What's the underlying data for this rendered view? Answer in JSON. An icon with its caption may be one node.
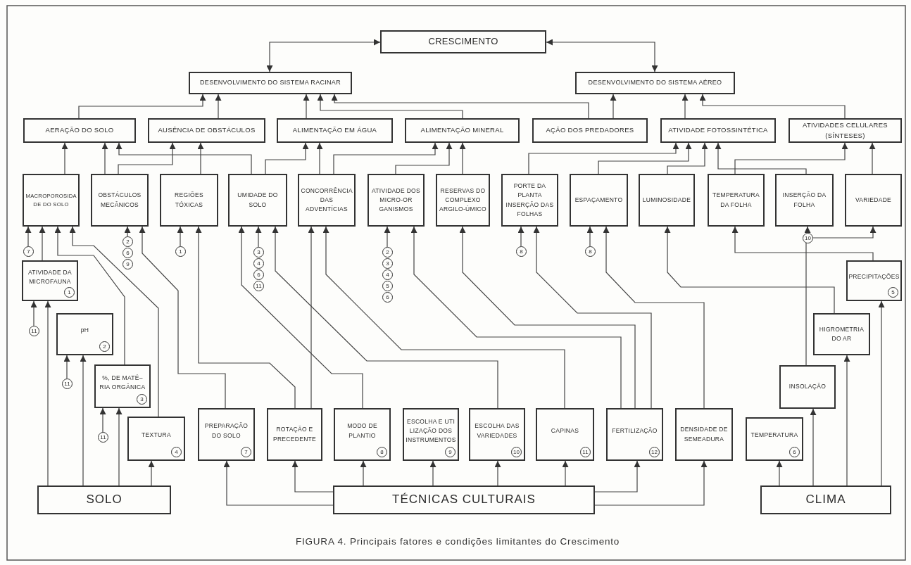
{
  "diagram": {
    "caption": "FIGURA 4. Principais fatores e condições limitantes do Crescimento",
    "nodes": [
      {
        "text": [
          "CRESCIMENTO"
        ]
      },
      {
        "text": [
          "DESENVOLVIMENTO DO SISTEMA RACINAR"
        ]
      },
      {
        "text": [
          "DESENVOLVIMENTO DO SISTEMA AÉREO"
        ]
      },
      {
        "text": [
          "AERAÇÃO DO SOLO"
        ]
      },
      {
        "text": [
          "AUSÊNCIA DE OBSTÁCULOS"
        ]
      },
      {
        "text": [
          "ALIMENTAÇÃO EM ÁGUA"
        ]
      },
      {
        "text": [
          "ALIMENTAÇÃO MINERAL"
        ]
      },
      {
        "text": [
          "AÇÃO DOS PREDADORES"
        ]
      },
      {
        "text": [
          "ATIVIDADE FOTOSSINTÉTICA"
        ]
      },
      {
        "text": [
          "ATIVIDADES CELULARES (SÍNTESES)"
        ]
      },
      {
        "text": [
          "MACROPOROSIDA DE DO SOLO"
        ]
      },
      {
        "text": [
          "OBSTÁCULOS MECÂNICOS"
        ]
      },
      {
        "text": [
          "REGIÕES TÓXICAS"
        ]
      },
      {
        "text": [
          "UMIDADE DO SOLO"
        ]
      },
      {
        "text": [
          "CONCORRÊNCIA DAS ADVENTÍCIAS"
        ]
      },
      {
        "text": [
          "ATIVIDADE DOS MICRO-OR GANISMOS"
        ]
      },
      {
        "text": [
          "RESERVAS DO COMPLEXO ARGILO-ÚMICO"
        ]
      },
      {
        "text": [
          "PORTE DA PLANTA INSERÇÃO DAS FOLHAS"
        ]
      },
      {
        "text": [
          "ESPAÇAMENTO"
        ]
      },
      {
        "text": [
          "LUMINOSIDADE"
        ]
      },
      {
        "text": [
          "TEMPERATURA DA FOLHA"
        ]
      },
      {
        "text": [
          "INSERÇÃO DA FOLHA"
        ]
      },
      {
        "text": [
          "VARIEDADE"
        ]
      },
      {
        "text": [
          "ATIVIDADE DA MICROFAUNA",
          "1"
        ]
      },
      {
        "text": [
          "pH",
          "2"
        ]
      },
      {
        "text": [
          "%, DE MATÉ– RIA ORGÂNICA",
          "3"
        ]
      },
      {
        "text": [
          "TEXTURA",
          "4"
        ]
      },
      {
        "text": [
          "PREPARAÇÃO DO SOLO",
          "7"
        ]
      },
      {
        "text": [
          "ROTAÇÃO E PRECEDENTE"
        ]
      },
      {
        "text": [
          "MODO DE PLANTIO",
          "8"
        ]
      },
      {
        "text": [
          "ESCOLHA E UTI LIZAÇÃO DOS INSTRUMENTOS",
          "9"
        ]
      },
      {
        "text": [
          "ESCOLHA DAS VARIEDADES",
          "10"
        ]
      },
      {
        "text": [
          "CAPINAS",
          "11"
        ]
      },
      {
        "text": [
          "FERTILIZAÇÃO",
          "12"
        ]
      },
      {
        "text": [
          "DENSIDADE DE SEMEADURA"
        ]
      },
      {
        "text": [
          "PRECIPITAÇÕES",
          "5"
        ]
      },
      {
        "text": [
          "HIGROMETRIA DO AR"
        ]
      },
      {
        "text": [
          "INSOLAÇÃO"
        ]
      },
      {
        "text": [
          "TEMPERATURA",
          "6"
        ]
      },
      {
        "text": [
          "SOLO"
        ]
      },
      {
        "text": [
          "TÉCNICAS CULTURAIS"
        ]
      },
      {
        "text": [
          "CLIMA"
        ]
      },
      {
        "text": [
          "7"
        ]
      },
      {
        "text": [
          "2",
          "6",
          "9"
        ]
      },
      {
        "text": [
          "1"
        ]
      },
      {
        "text": [
          "3",
          "4",
          "6",
          "11"
        ]
      },
      {
        "text": [
          "2",
          "3",
          "4",
          "5",
          "6"
        ]
      },
      {
        "text": [
          "8"
        ]
      },
      {
        "text": [
          "8"
        ]
      },
      {
        "text": [
          "10"
        ]
      },
      {
        "text": [
          "11"
        ]
      },
      {
        "text": [
          "11"
        ]
      },
      {
        "text": [
          "11"
        ]
      }
    ],
    "edges": [
      {
        "from": 0,
        "to": 1,
        "arrow": "both"
      },
      {
        "from": 0,
        "to": 2,
        "arrow": "both"
      },
      {
        "from": 3,
        "to": 1,
        "arrow": "to"
      },
      {
        "from": 4,
        "to": 1,
        "arrow": "to"
      },
      {
        "from": 5,
        "to": 1,
        "arrow": "to"
      },
      {
        "from": 6,
        "to": 1,
        "arrow": "to"
      },
      {
        "from": 7,
        "to": 1,
        "arrow": "to"
      },
      {
        "from": 7,
        "to": 2,
        "arrow": "to"
      },
      {
        "from": 8,
        "to": 2,
        "arrow": "to"
      },
      {
        "from": 9,
        "to": 2,
        "arrow": "to"
      },
      {
        "from": 10,
        "to": 3,
        "arrow": "to"
      },
      {
        "from": 11,
        "to": 3,
        "arrow": "to"
      },
      {
        "from": 13,
        "to": 3,
        "arrow": "to"
      },
      {
        "from": 11,
        "to": 4,
        "arrow": "to"
      },
      {
        "from": 12,
        "to": 4,
        "arrow": "to"
      },
      {
        "from": 13,
        "to": 5,
        "arrow": "to"
      },
      {
        "from": 14,
        "to": 5,
        "arrow": "to"
      },
      {
        "from": 14,
        "to": 6,
        "arrow": "to"
      },
      {
        "from": 15,
        "to": 6,
        "arrow": "to"
      },
      {
        "from": 16,
        "to": 6,
        "arrow": "to"
      },
      {
        "from": 17,
        "to": 8,
        "arrow": "to"
      },
      {
        "from": 18,
        "to": 8,
        "arrow": "to"
      },
      {
        "from": 19,
        "to": 8,
        "arrow": "to"
      },
      {
        "from": 21,
        "to": 8,
        "arrow": "to"
      },
      {
        "from": 20,
        "to": 9,
        "arrow": "to"
      },
      {
        "from": 22,
        "to": 9,
        "arrow": "to"
      },
      {
        "from": 42,
        "to": 10,
        "arrow": "to"
      },
      {
        "from": 23,
        "to": 10,
        "arrow": "to"
      },
      {
        "from": 25,
        "to": 10,
        "arrow": "to"
      },
      {
        "from": 26,
        "to": 10,
        "arrow": "to"
      },
      {
        "from": 43,
        "to": 11,
        "arrow": "to"
      },
      {
        "from": 27,
        "to": 11,
        "arrow": "to"
      },
      {
        "from": 44,
        "to": 12,
        "arrow": "to"
      },
      {
        "from": 28,
        "to": 12,
        "arrow": "to"
      },
      {
        "from": 45,
        "to": 13,
        "arrow": "to"
      },
      {
        "from": 29,
        "to": 13,
        "arrow": "to"
      },
      {
        "from": 28,
        "to": 14,
        "arrow": "to"
      },
      {
        "from": 31,
        "to": 13,
        "arrow": "to"
      },
      {
        "from": 32,
        "to": 14,
        "arrow": "to"
      },
      {
        "from": 46,
        "to": 15,
        "arrow": "to"
      },
      {
        "from": 33,
        "to": 15,
        "arrow": "to"
      },
      {
        "from": 33,
        "to": 16,
        "arrow": "to"
      },
      {
        "from": 47,
        "to": 17,
        "arrow": "to"
      },
      {
        "from": 33,
        "to": 17,
        "arrow": "to"
      },
      {
        "from": 48,
        "to": 18,
        "arrow": "to"
      },
      {
        "from": 34,
        "to": 18,
        "arrow": "to"
      },
      {
        "from": 36,
        "to": 19,
        "arrow": "to"
      },
      {
        "from": 35,
        "to": 20,
        "arrow": "to"
      },
      {
        "from": 49,
        "to": 21,
        "arrow": "to"
      },
      {
        "from": 49,
        "to": 22,
        "arrow": "to"
      },
      {
        "from": 37,
        "to": 49,
        "arrow": "none"
      },
      {
        "from": 50,
        "to": 23,
        "arrow": "to"
      },
      {
        "from": 39,
        "to": 23,
        "arrow": "to"
      },
      {
        "from": 51,
        "to": 24,
        "arrow": "to"
      },
      {
        "from": 39,
        "to": 24,
        "arrow": "to"
      },
      {
        "from": 52,
        "to": 25,
        "arrow": "to"
      },
      {
        "from": 39,
        "to": 25,
        "arrow": "to"
      },
      {
        "from": 39,
        "to": 26,
        "arrow": "to"
      },
      {
        "from": 40,
        "to": 27,
        "arrow": "to"
      },
      {
        "from": 40,
        "to": 28,
        "arrow": "to"
      },
      {
        "from": 40,
        "to": 29,
        "arrow": "to"
      },
      {
        "from": 40,
        "to": 30,
        "arrow": "to"
      },
      {
        "from": 40,
        "to": 31,
        "arrow": "to"
      },
      {
        "from": 40,
        "to": 32,
        "arrow": "to"
      },
      {
        "from": 40,
        "to": 33,
        "arrow": "to"
      },
      {
        "from": 40,
        "to": 34,
        "arrow": "to"
      },
      {
        "from": 41,
        "to": 38,
        "arrow": "to"
      },
      {
        "from": 41,
        "to": 37,
        "arrow": "to"
      },
      {
        "from": 41,
        "to": 36,
        "arrow": "to"
      },
      {
        "from": 41,
        "to": 35,
        "arrow": "to"
      }
    ]
  }
}
